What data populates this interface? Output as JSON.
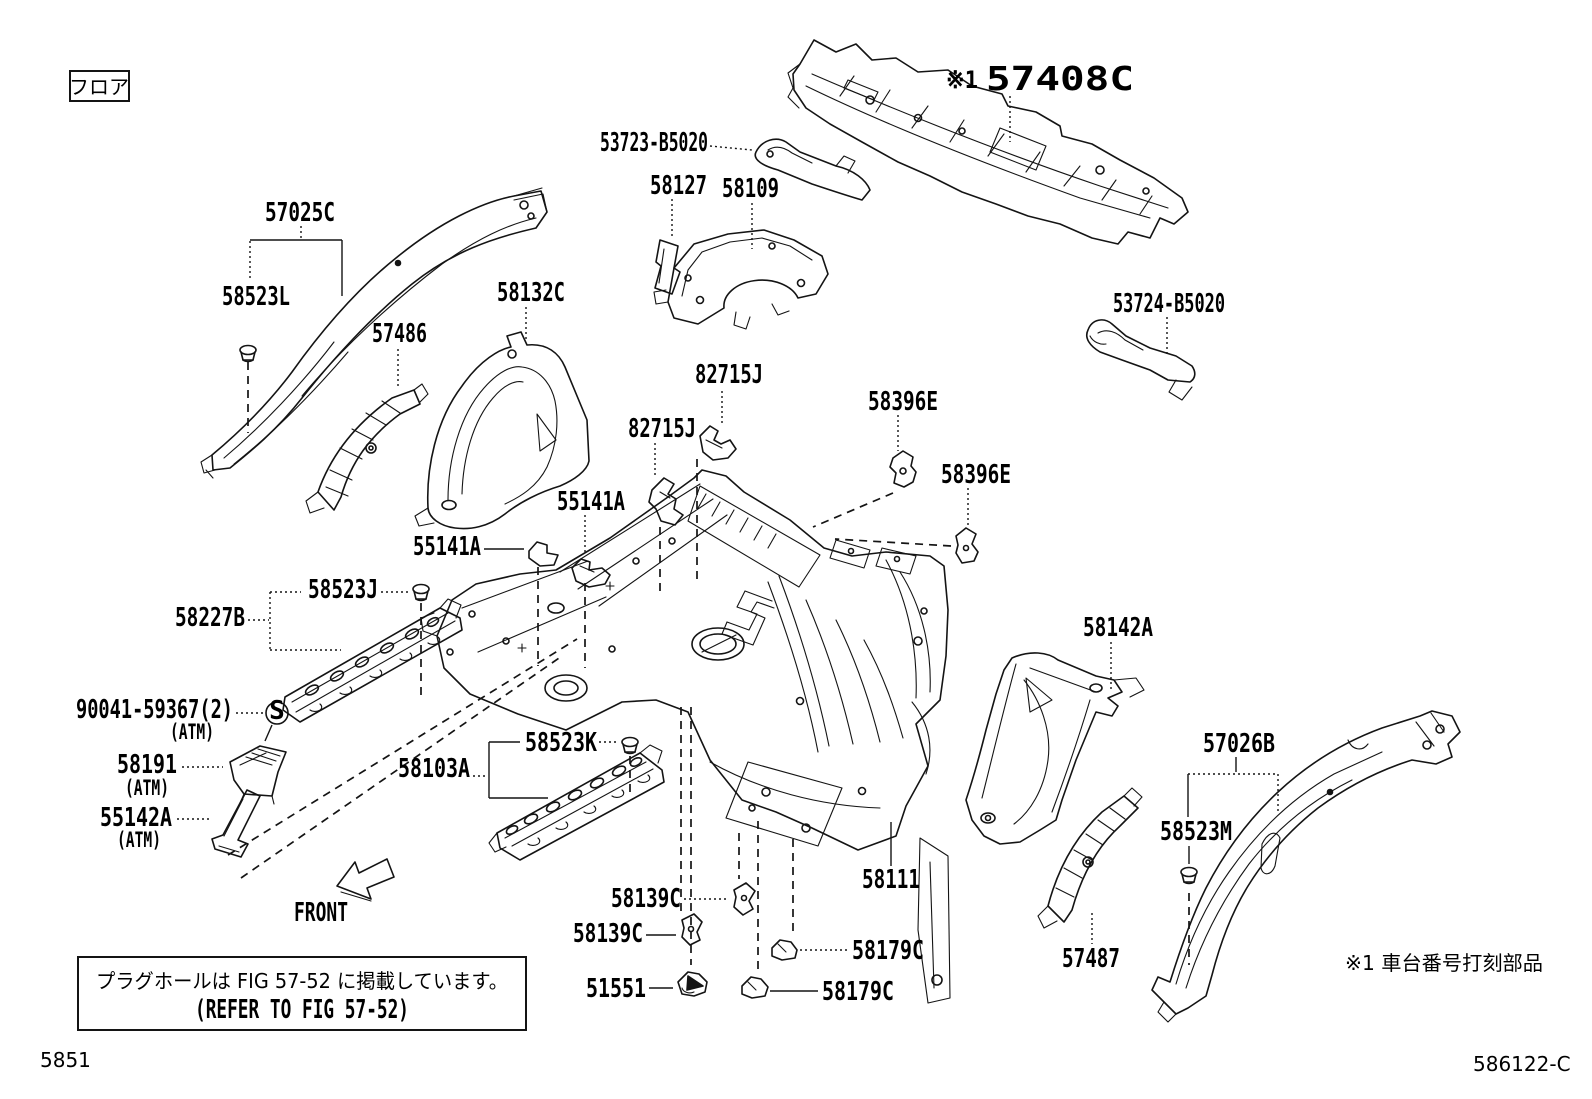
{
  "figure": {
    "tag": "フロア",
    "front_label": "FRONT",
    "screw_symbol": "S",
    "note_line1": "プラグホールは FIG 57-52 に掲載しています。",
    "note_line2": "(REFER TO FIG 57-52)",
    "footnote": "※1 車台番号打刻部品",
    "page_code": "5851",
    "doc_code": "586122-C"
  },
  "labels": [
    {
      "text": "57025C"
    },
    {
      "text": "58523L"
    },
    {
      "text": "57486"
    },
    {
      "text": "58132C"
    },
    {
      "text": "53723-B5020"
    },
    {
      "text": "58127"
    },
    {
      "text": "58109"
    },
    {
      "prefix": "※1",
      "text": "57408C"
    },
    {
      "text": "53724-B5020"
    },
    {
      "text": "82715J"
    },
    {
      "text": "82715J"
    },
    {
      "text": "58396E"
    },
    {
      "text": "58396E"
    },
    {
      "text": "55141A"
    },
    {
      "text": "55141A"
    },
    {
      "text": "58523J"
    },
    {
      "text": "58227B"
    },
    {
      "text": "90041-59367(2)",
      "sub": "(ATM)"
    },
    {
      "text": "58191",
      "sub": "(ATM)"
    },
    {
      "text": "55142A",
      "sub": "(ATM)"
    },
    {
      "text": "58523K"
    },
    {
      "text": "58103A"
    },
    {
      "text": "58142A"
    },
    {
      "text": "57026B"
    },
    {
      "text": "58523M"
    },
    {
      "text": "58111"
    },
    {
      "text": "58139C"
    },
    {
      "text": "58139C"
    },
    {
      "text": "51551"
    },
    {
      "text": "58179C"
    },
    {
      "text": "58179C"
    },
    {
      "text": "57487"
    }
  ]
}
